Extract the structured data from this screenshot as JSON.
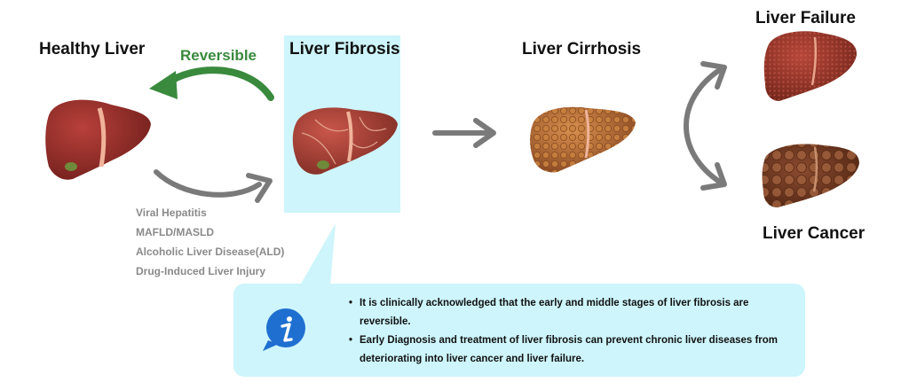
{
  "titles": {
    "healthy": "Healthy Liver",
    "fibrosis": "Liver Fibrosis",
    "cirrhosis": "Liver Cirrhosis",
    "failure": "Liver Failure",
    "cancer": "Liver Cancer"
  },
  "reversible_label": "Reversible",
  "causes": [
    "Viral Hepatitis",
    "MAFLD/MASLD",
    "Alcoholic Liver Disease(ALD)",
    "Drug-Induced Liver Injury"
  ],
  "info": {
    "icon": "info-icon",
    "bullets": [
      "It is clinically acknowledged that the early and middle stages of liver fibrosis are reversible.",
      "Early Diagnosis and treatment of liver fibrosis can prevent chronic liver diseases from deteriorating into liver cancer and liver failure."
    ]
  },
  "colors": {
    "reversible_green": "#3a8a3e",
    "arrow_gray": "#7a7a7a",
    "highlight": "#cdf5fb"
  }
}
